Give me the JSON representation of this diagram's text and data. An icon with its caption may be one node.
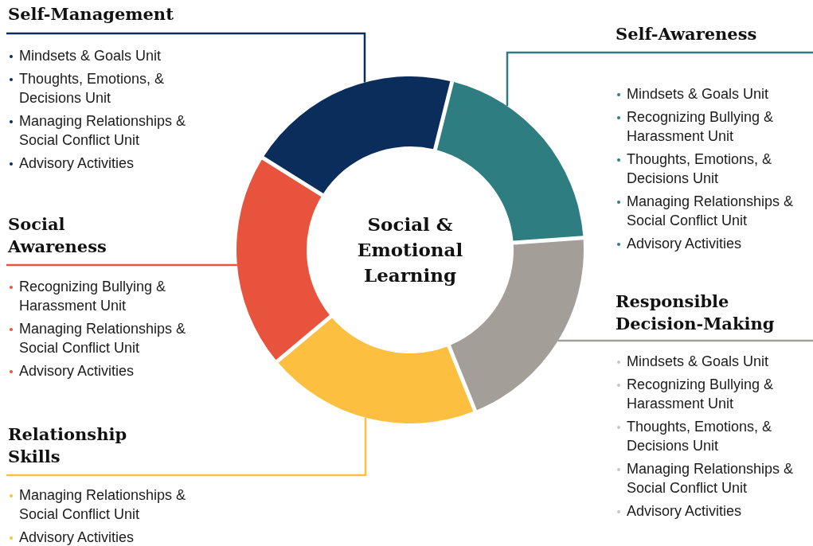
{
  "diagram": {
    "nodes": [
      {
        "text": [
          "Social & Emotional Learning"
        ]
      },
      {
        "text": [
          "Self-Management",
          "Mindsets & Goals Unit",
          "Thoughts, Emotions, & Decisions Unit",
          "Managing Relationships & Social Conflict Unit",
          "Advisory Activities"
        ]
      },
      {
        "text": [
          "Self-Awareness",
          "Mindsets & Goals Unit",
          "Recognizing Bullying & Harassment Unit",
          "Thoughts, Emotions, & Decisions Unit",
          "Managing Relationships & Social Conflict Unit",
          "Advisory Activities"
        ]
      },
      {
        "text": [
          "Social Awareness",
          "Recognizing Bullying & Harassment Unit",
          "Managing Relationships & Social Conflict Unit",
          "Advisory Activities"
        ]
      },
      {
        "text": [
          "Responsible Decision-Making",
          "Mindsets & Goals Unit",
          "Recognizing Bullying & Harassment Unit",
          "Thoughts, Emotions, & Decisions Unit",
          "Managing Relationships & Social Conflict Unit",
          "Advisory Activities"
        ]
      },
      {
        "text": [
          "Relationship Skills",
          "Managing Relationships & Social Conflict Unit",
          "Advisory Activities"
        ]
      },
      {
        "text": [],
        "shape": "arc"
      },
      {
        "text": [],
        "shape": "arc"
      },
      {
        "text": [],
        "shape": "arc"
      },
      {
        "text": [],
        "shape": "arc"
      },
      {
        "text": [],
        "shape": "arc"
      }
    ],
    "edges": [
      {
        "from": 1,
        "to": 6,
        "arrow": "none",
        "color": "#0b2d5b"
      },
      {
        "from": 2,
        "to": 7,
        "arrow": "none",
        "color": "#2e7d80"
      },
      {
        "from": 3,
        "to": 8,
        "arrow": "none",
        "color": "#e8533d"
      },
      {
        "from": 4,
        "to": 9,
        "arrow": "none",
        "color": "#a39e98"
      },
      {
        "from": 5,
        "to": 10,
        "arrow": "none",
        "color": "#fdbf3f"
      }
    ]
  }
}
